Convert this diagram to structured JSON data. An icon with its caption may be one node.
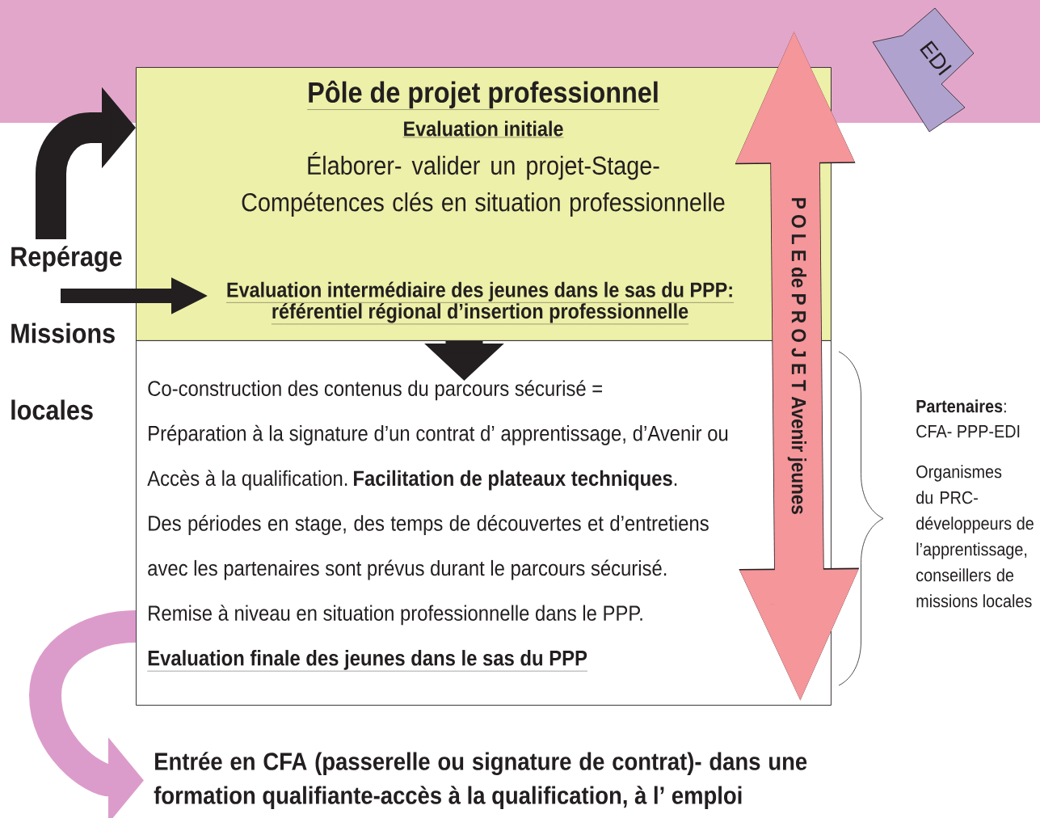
{
  "diagram": {
    "nodes": [
      {
        "text": [
          "Pôle de projet professionnel",
          "Evaluation initiale",
          "Élaborer- valider un projet-Stage- Compétences clés en situation professionnelle",
          "Evaluation intermédiaire des jeunes dans le sas du PPP: référentiel régional d’insertion professionnelle"
        ]
      },
      {
        "text": [
          "Co-construction des contenus du parcours sécurisé =",
          "Préparation à la signature d’un contrat d’ apprentissage, d’Avenir ou Accès à la qualification. **Facilitation de plateaux techniques**.",
          "Des périodes en stage, des temps de découvertes et d’entretiens avec les partenaires sont prévus durant le parcours sécurisé.",
          "Remise à niveau en situation professionnelle dans le PPP.",
          "Evaluation finale des jeunes dans le sas du PPP"
        ]
      },
      {
        "text": [
          "EDI"
        ]
      },
      {
        "text": [
          "Entrée en CFA (passerelle ou signature de contrat)- dans une formation qualifiante-accès à la qualification, à l’ emploi"
        ]
      },
      {
        "text": [
          "Repérage Missions locales"
        ]
      }
    ],
    "edges": [
      {
        "from": 4,
        "to": 0,
        "arrow": "to"
      },
      {
        "from": 4,
        "to": 0,
        "arrow": "to"
      },
      {
        "from": 0,
        "to": 1,
        "arrow": "to"
      },
      {
        "from": 1,
        "to": 3,
        "arrow": "to",
        "color": "#dc9ccb"
      },
      {
        "from": 0,
        "to": 1,
        "arrow": "both",
        "label": "P O L E de P R O J E T Avenir jeunes",
        "color": "#f4969a"
      }
    ],
    "labels": [
      "**Partenaires**: CFA- PPP-EDI",
      "Organismes du PRC- développeurs de l’apprentissage, conseillers de missions locales"
    ]
  }
}
